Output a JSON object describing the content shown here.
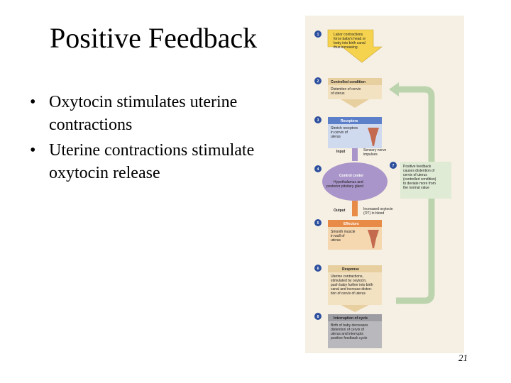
{
  "slide": {
    "title": "Positive Feedback",
    "bullets": [
      "Oxytocin stimulates uterine contractions",
      "Uterine contractions stimulate oxytocin release"
    ],
    "page_number": "21"
  },
  "figure": {
    "steps": [
      {
        "num": "1",
        "text": [
          "Labor contractions",
          "force baby's head or",
          "body into birth canal",
          "thus increasing"
        ]
      },
      {
        "num": "2",
        "heading": "Controlled condition",
        "text": [
          "Distention of cervix",
          "of uterus"
        ]
      },
      {
        "num": "3",
        "heading": "Receptors",
        "text": [
          "Stretch receptors",
          "in cervix of",
          "uterus"
        ]
      },
      {
        "num": "4",
        "heading": "Control center",
        "text": [
          "Hypothalamus and",
          "posterior pituitary gland"
        ]
      },
      {
        "num": "5",
        "heading": "Effectors",
        "text": [
          "Smooth muscle",
          "in wall of",
          "uterus"
        ]
      },
      {
        "num": "6",
        "heading": "Response",
        "text": [
          "Uterine contractions,",
          "stimulated by oxytocin,",
          "push baby further into birth",
          "canal and increase disten-",
          "tion of cervix of uterus"
        ]
      },
      {
        "num": "8",
        "heading": "Interruption of cycle",
        "text": [
          "Birth of baby decreases",
          "distention of cervix of",
          "uterus and interrupts",
          "positive feedback cycle"
        ]
      }
    ],
    "input": {
      "label": "Input",
      "text": [
        "Sensory nerve",
        "impulses"
      ]
    },
    "output": {
      "label": "Output",
      "text": [
        "Increased oxytocin",
        "(OT) in blood"
      ]
    },
    "loop_note": {
      "num": "7",
      "text": [
        "Positive feedback",
        "causes distention of",
        "cervix of uterus",
        "(controlled condition)",
        "to deviate more from",
        "the normal value"
      ]
    },
    "colors": {
      "yellow": "#f5d34e",
      "tan": "#e8cfa0",
      "blue": "#5b7fc9",
      "lavender": "#a995c9",
      "orange": "#e88b46",
      "peach": "#f5d7b0",
      "gray": "#b9b9bd",
      "green": "#bcd4ad",
      "marker": "#2d4f9e"
    }
  }
}
